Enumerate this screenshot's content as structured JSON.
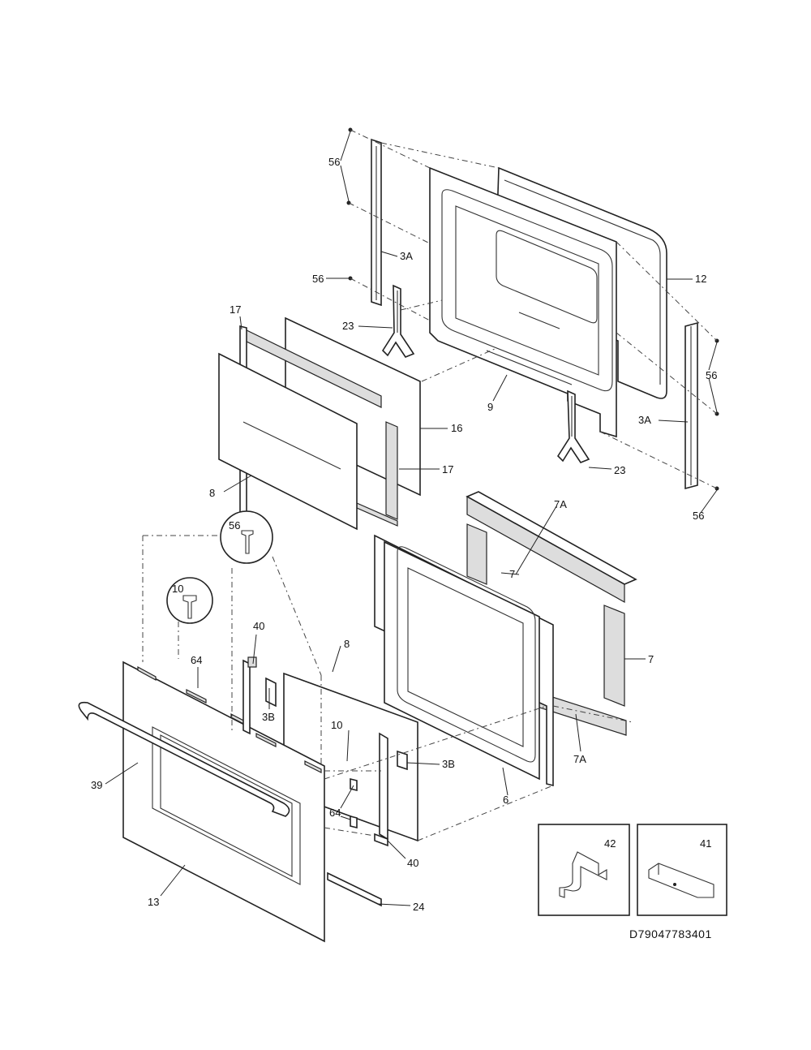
{
  "diagram": {
    "drawing_code": "D79047783401",
    "labels": [
      {
        "id": "upper-56-a",
        "text": "56"
      },
      {
        "id": "upper-3a-left",
        "text": "3A"
      },
      {
        "id": "upper-56-b",
        "text": "56"
      },
      {
        "id": "upper-12",
        "text": "12"
      },
      {
        "id": "upper-23-left",
        "text": "23"
      },
      {
        "id": "upper-17-top",
        "text": "17"
      },
      {
        "id": "upper-56-right",
        "text": "56"
      },
      {
        "id": "upper-9",
        "text": "9"
      },
      {
        "id": "upper-3a-right",
        "text": "3A"
      },
      {
        "id": "upper-16",
        "text": "16"
      },
      {
        "id": "upper-17-bottom",
        "text": "17"
      },
      {
        "id": "upper-23-right",
        "text": "23"
      },
      {
        "id": "upper-8",
        "text": "8"
      },
      {
        "id": "upper-56-bottom",
        "text": "56"
      },
      {
        "id": "mid-7a-top",
        "text": "7A"
      },
      {
        "id": "mid-56-circle",
        "text": "56"
      },
      {
        "id": "mid-7-top",
        "text": "7"
      },
      {
        "id": "mid-10-circle",
        "text": "10"
      },
      {
        "id": "mid-40-top",
        "text": "40"
      },
      {
        "id": "mid-8",
        "text": "8"
      },
      {
        "id": "mid-7-right",
        "text": "7"
      },
      {
        "id": "mid-64-top",
        "text": "64"
      },
      {
        "id": "mid-3b-left",
        "text": "3B"
      },
      {
        "id": "mid-7a-bottom",
        "text": "7A"
      },
      {
        "id": "mid-10",
        "text": "10"
      },
      {
        "id": "mid-3b-right",
        "text": "3B"
      },
      {
        "id": "mid-39",
        "text": "39"
      },
      {
        "id": "mid-6",
        "text": "6"
      },
      {
        "id": "mid-64-bottom",
        "text": "64"
      },
      {
        "id": "mid-40-bottom",
        "text": "40"
      },
      {
        "id": "inset-42",
        "text": "42"
      },
      {
        "id": "inset-41",
        "text": "41"
      },
      {
        "id": "mid-13",
        "text": "13"
      },
      {
        "id": "mid-24",
        "text": "24"
      }
    ]
  }
}
